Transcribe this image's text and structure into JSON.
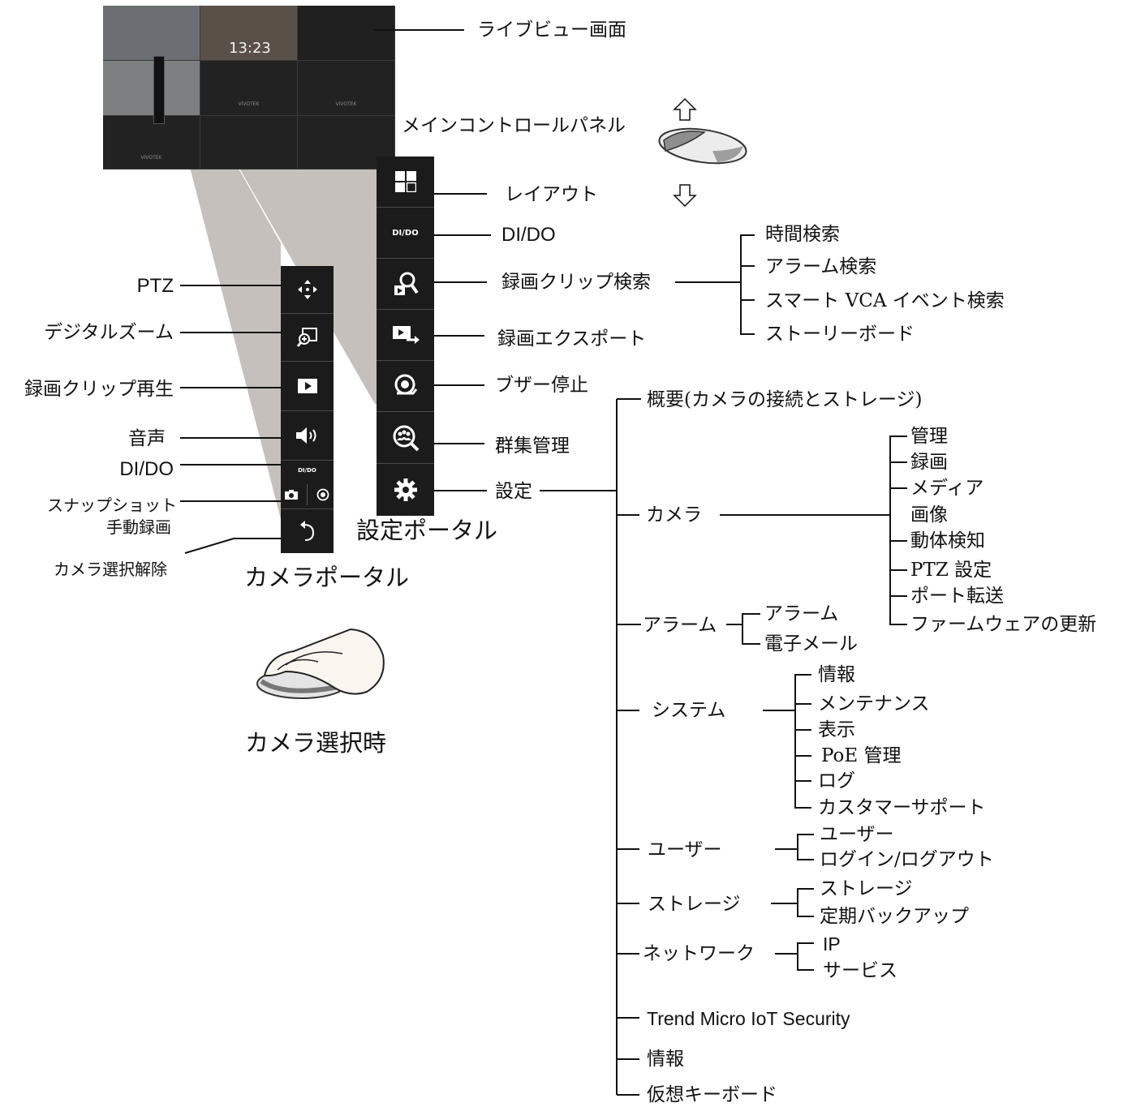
{
  "live_view": {
    "label": "ライブビュー画面",
    "clock": "13:23",
    "tile_brand": "VIVOTEK"
  },
  "main_control_label": "メインコントロールパネル",
  "settings_portal": {
    "title": "設定ポータル",
    "buttons": [
      {
        "icon": "layout-icon",
        "label": "レイアウト"
      },
      {
        "icon": "dido-icon",
        "text": "DI/DO",
        "label": "DI/DO"
      },
      {
        "icon": "clip-search-icon",
        "label": "録画クリップ検索"
      },
      {
        "icon": "export-icon",
        "label": "録画エクスポート"
      },
      {
        "icon": "buzzer-icon",
        "label": "ブザー停止"
      },
      {
        "icon": "crowd-icon",
        "label": "群集管理"
      },
      {
        "icon": "gear-icon",
        "label": "設定"
      }
    ],
    "search_sub": [
      "時間検索",
      "アラーム検索",
      "スマート VCA イベント検索",
      "ストーリーボード"
    ]
  },
  "camera_portal": {
    "title": "カメラポータル",
    "buttons": [
      {
        "icon": "ptz-icon",
        "label": "PTZ"
      },
      {
        "icon": "digital-zoom-icon",
        "label": "デジタルズーム"
      },
      {
        "icon": "play-icon",
        "label": "録画クリップ再生"
      },
      {
        "icon": "speaker-icon",
        "label": "音声"
      },
      {
        "icon": "dido-icon",
        "text": "DI/DO",
        "label": "DI/DO"
      },
      {
        "icon": "snapshot-icon",
        "label_line1": "スナップショット",
        "label_line2": "手動録画"
      },
      {
        "icon": "undo-icon",
        "label": "カメラ選択解除"
      }
    ]
  },
  "camera_selected_label": "カメラ選択時",
  "settings_tree": [
    {
      "label": "概要(カメラの接続とストレージ)"
    },
    {
      "label": "カメラ",
      "children": [
        "管理",
        "録画",
        "メディア",
        "画像",
        "動体検知",
        "PTZ 設定",
        "ポート転送",
        "ファームウェアの更新"
      ]
    },
    {
      "label": "アラーム",
      "children": [
        "アラーム",
        "電子メール"
      ]
    },
    {
      "label": "システム",
      "children": [
        "情報",
        "メンテナンス",
        "表示",
        "PoE 管理",
        "ログ",
        "カスタマーサポート"
      ]
    },
    {
      "label": "ユーザー",
      "children": [
        "ユーザー",
        "ログイン/ログアウト"
      ]
    },
    {
      "label": "ストレージ",
      "children": [
        "ストレージ",
        "定期バックアップ"
      ]
    },
    {
      "label": "ネットワーク",
      "children": [
        "IP",
        "サービス"
      ]
    },
    {
      "label": "Trend Micro IoT Security"
    },
    {
      "label": "情報"
    },
    {
      "label": "仮想キーボード"
    }
  ],
  "colors": {
    "panel_bg": "#1b1b1b",
    "funnel": "#c5c0bb",
    "line": "#111111"
  }
}
